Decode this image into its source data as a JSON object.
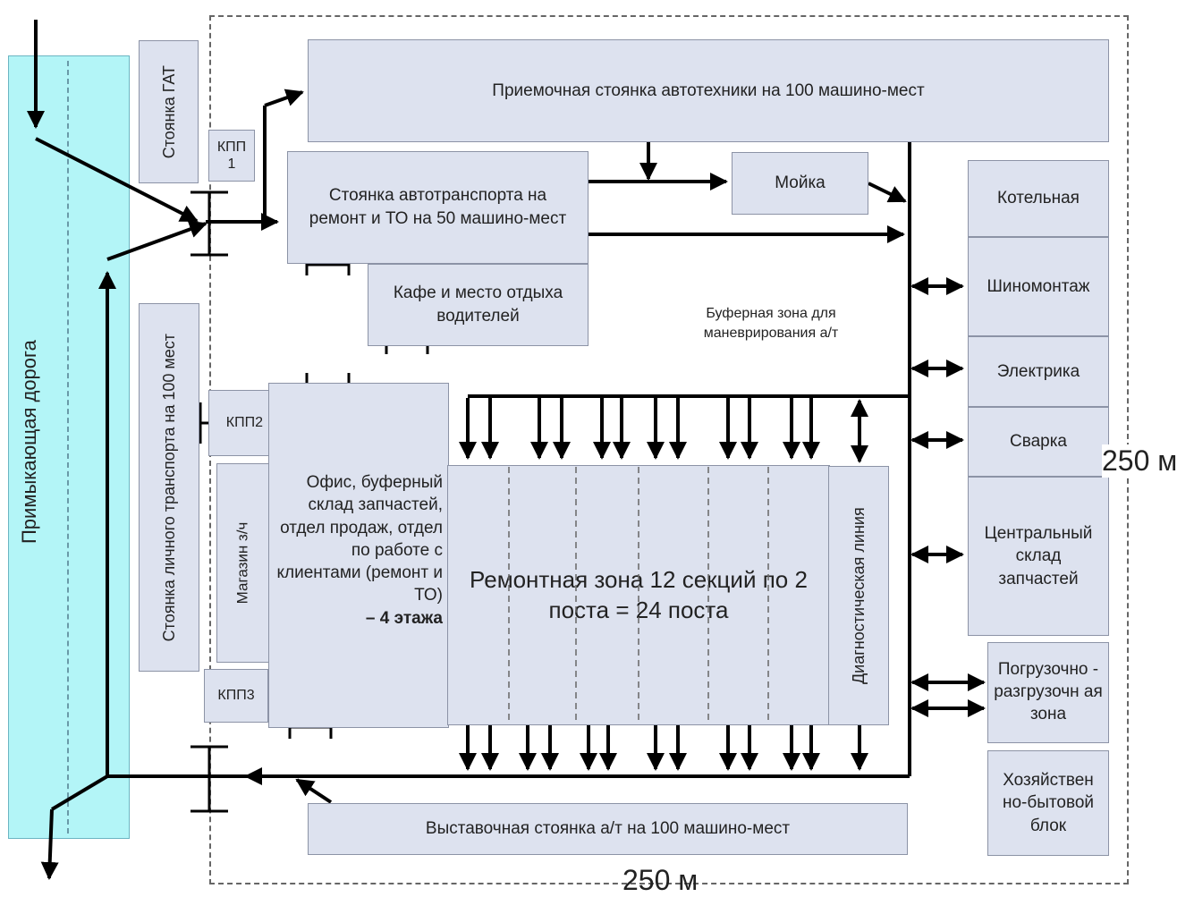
{
  "road": {
    "label": "Примыкающая дорога"
  },
  "areas": {
    "gat": "Стоянка ГАТ",
    "kpp1": "КПП 1",
    "kpp2": "КПП2",
    "kpp3": "КПП3",
    "reception": "Приемочная стоянка автотехники на 100 машино-мест",
    "repair_parking": "Стоянка автотранспорта на ремонт и ТО на 50 машино-мест",
    "wash": "Мойка",
    "cafe": "Кафе и место отдыха водителей",
    "buffer_zone": "Буферная зона для маневрирования а/т",
    "personal_parking": "Стоянка личного транспорта на 100 мест",
    "shop": "Магазин з/ч",
    "office": "Офис, буферный склад запчастей, отдел продаж, отдел по работе с клиентами (ремонт и ТО)",
    "office_floors": "– 4 этажа",
    "repair_zone": "Ремонтная зона 12 секций по 2 поста = 24 поста",
    "diag_line": "Диагностическая линия",
    "boiler": "Котельная",
    "tires": "Шиномонтаж",
    "electric": "Электрика",
    "welding": "Сварка",
    "central_warehouse": "Центральный склад запчастей",
    "loading": "Погрузочно - разгрузочн ая зона",
    "utility": "Хозяйствен но-бытовой блок",
    "showroom_parking": "Выставочная стоянка а/т на 100 машино-мест"
  },
  "dimensions": {
    "right": "250 м",
    "bottom": "250 м"
  },
  "colors": {
    "box_fill": "#dde2ef",
    "box_border": "#8c93a6",
    "road_fill": "#b3f5f7",
    "line": "#000000"
  }
}
